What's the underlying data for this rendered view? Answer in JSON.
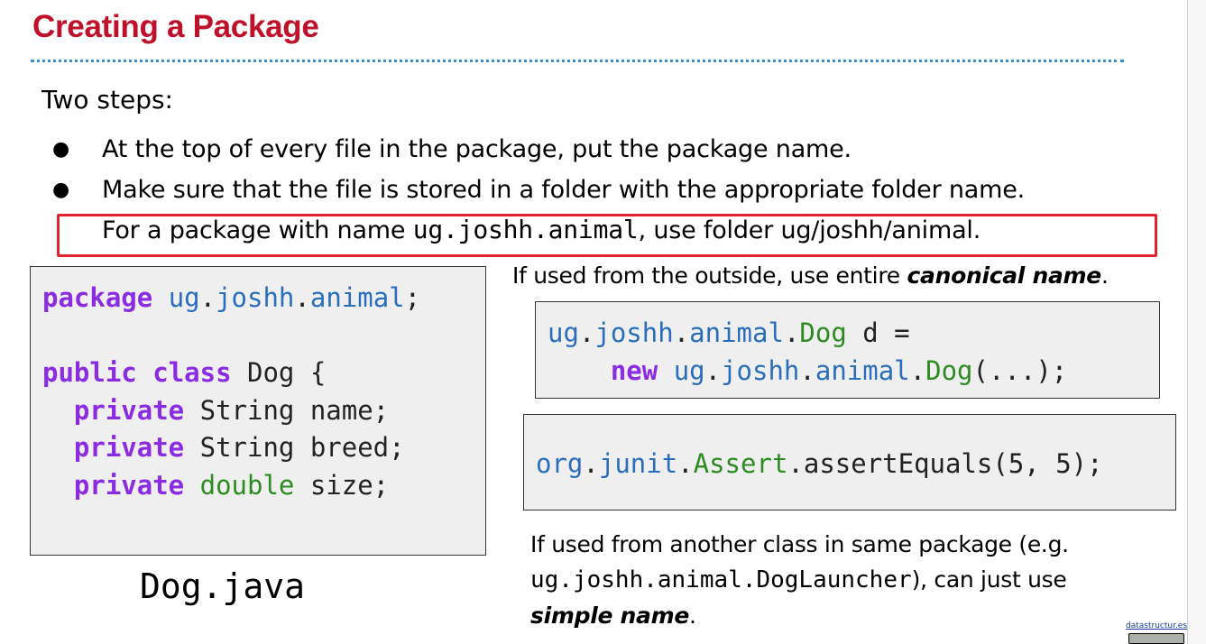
{
  "slide": {
    "title": "Creating a Package",
    "intro": "Two steps:",
    "bullets": [
      "At the top of every file in the package, put the package name.",
      "Make sure that the file is stored in a folder with the appropriate folder name."
    ],
    "highlight": {
      "prefix": "For a package with name ",
      "code": "ug.joshh.animal",
      "suffix": ", use folder ug/joshh/animal."
    },
    "file_label": "Dog.java",
    "outside_note": {
      "prefix": "If used from the outside, use entire ",
      "emph": "canonical name",
      "suffix": "."
    },
    "same_package_note": {
      "line1": "If used from another class in same package (e.g.",
      "code": "ug.joshh.animal.DogLauncher",
      "line2_suffix": "), can just use",
      "emph": "simple name",
      "end": "."
    },
    "license_url": "datastructur.es"
  },
  "code_dog": {
    "kw_package": "package",
    "pkg_ug": "ug",
    "pkg_joshh": "joshh",
    "pkg_animal": "animal",
    "kw_public": "public",
    "kw_class": "class",
    "class_decl": "Dog {",
    "kw_private": "private",
    "field1": "String name;",
    "field2": "String breed;",
    "type_double": "double",
    "field3": "size;"
  },
  "code_canonical": {
    "ug": "ug",
    "joshh": "joshh",
    "animal": "animal",
    "dog": "Dog",
    "decl_rest": " d =",
    "kw_new": "new",
    "call_args": "(...);"
  },
  "code_assert": {
    "org": "org",
    "junit": "junit",
    "assert_class": "Assert",
    "call": "assertEquals(5, 5);"
  }
}
